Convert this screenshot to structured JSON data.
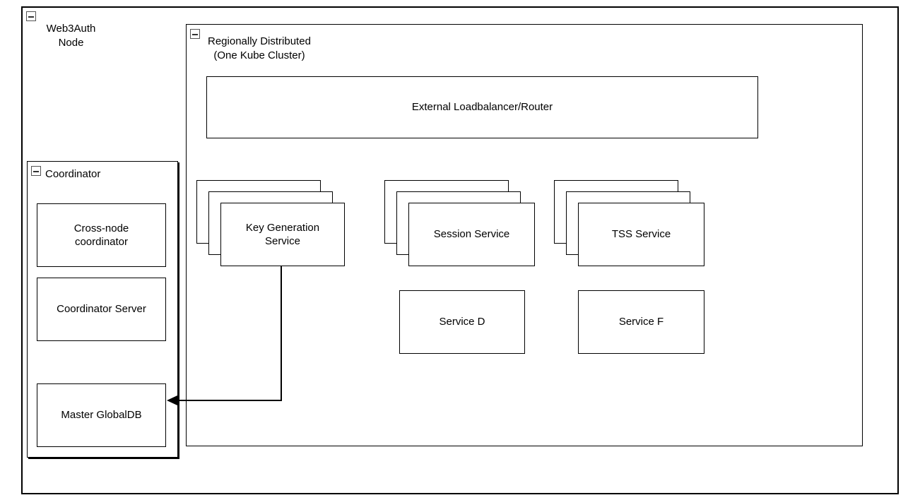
{
  "diagram": {
    "web3auth_node": {
      "label": "Web3Auth\nNode"
    },
    "region": {
      "label": "Regionally Distributed\n  (One Kube Cluster)"
    },
    "loadbalancer": {
      "label": "External Loadbalancer/Router"
    },
    "stacks": [
      {
        "id": "key-generation-service",
        "label": "Key Generation\nService"
      },
      {
        "id": "session-service",
        "label": "Session Service"
      },
      {
        "id": "tss-service",
        "label": "TSS Service"
      }
    ],
    "services": [
      {
        "id": "service-d",
        "label": "Service D"
      },
      {
        "id": "service-f",
        "label": "Service F"
      }
    ],
    "coordinator": {
      "label": "Coordinator",
      "children": [
        {
          "id": "cross-node-coordinator",
          "label": "Cross-node\ncoordinator"
        },
        {
          "id": "coordinator-server",
          "label": "Coordinator Server"
        },
        {
          "id": "master-globaldb",
          "label": "Master GlobalDB"
        }
      ]
    },
    "connector": {
      "from": "key-generation-service",
      "to": "master-globaldb"
    }
  },
  "colors": {
    "stroke": "#000000",
    "background": "#ffffff"
  }
}
